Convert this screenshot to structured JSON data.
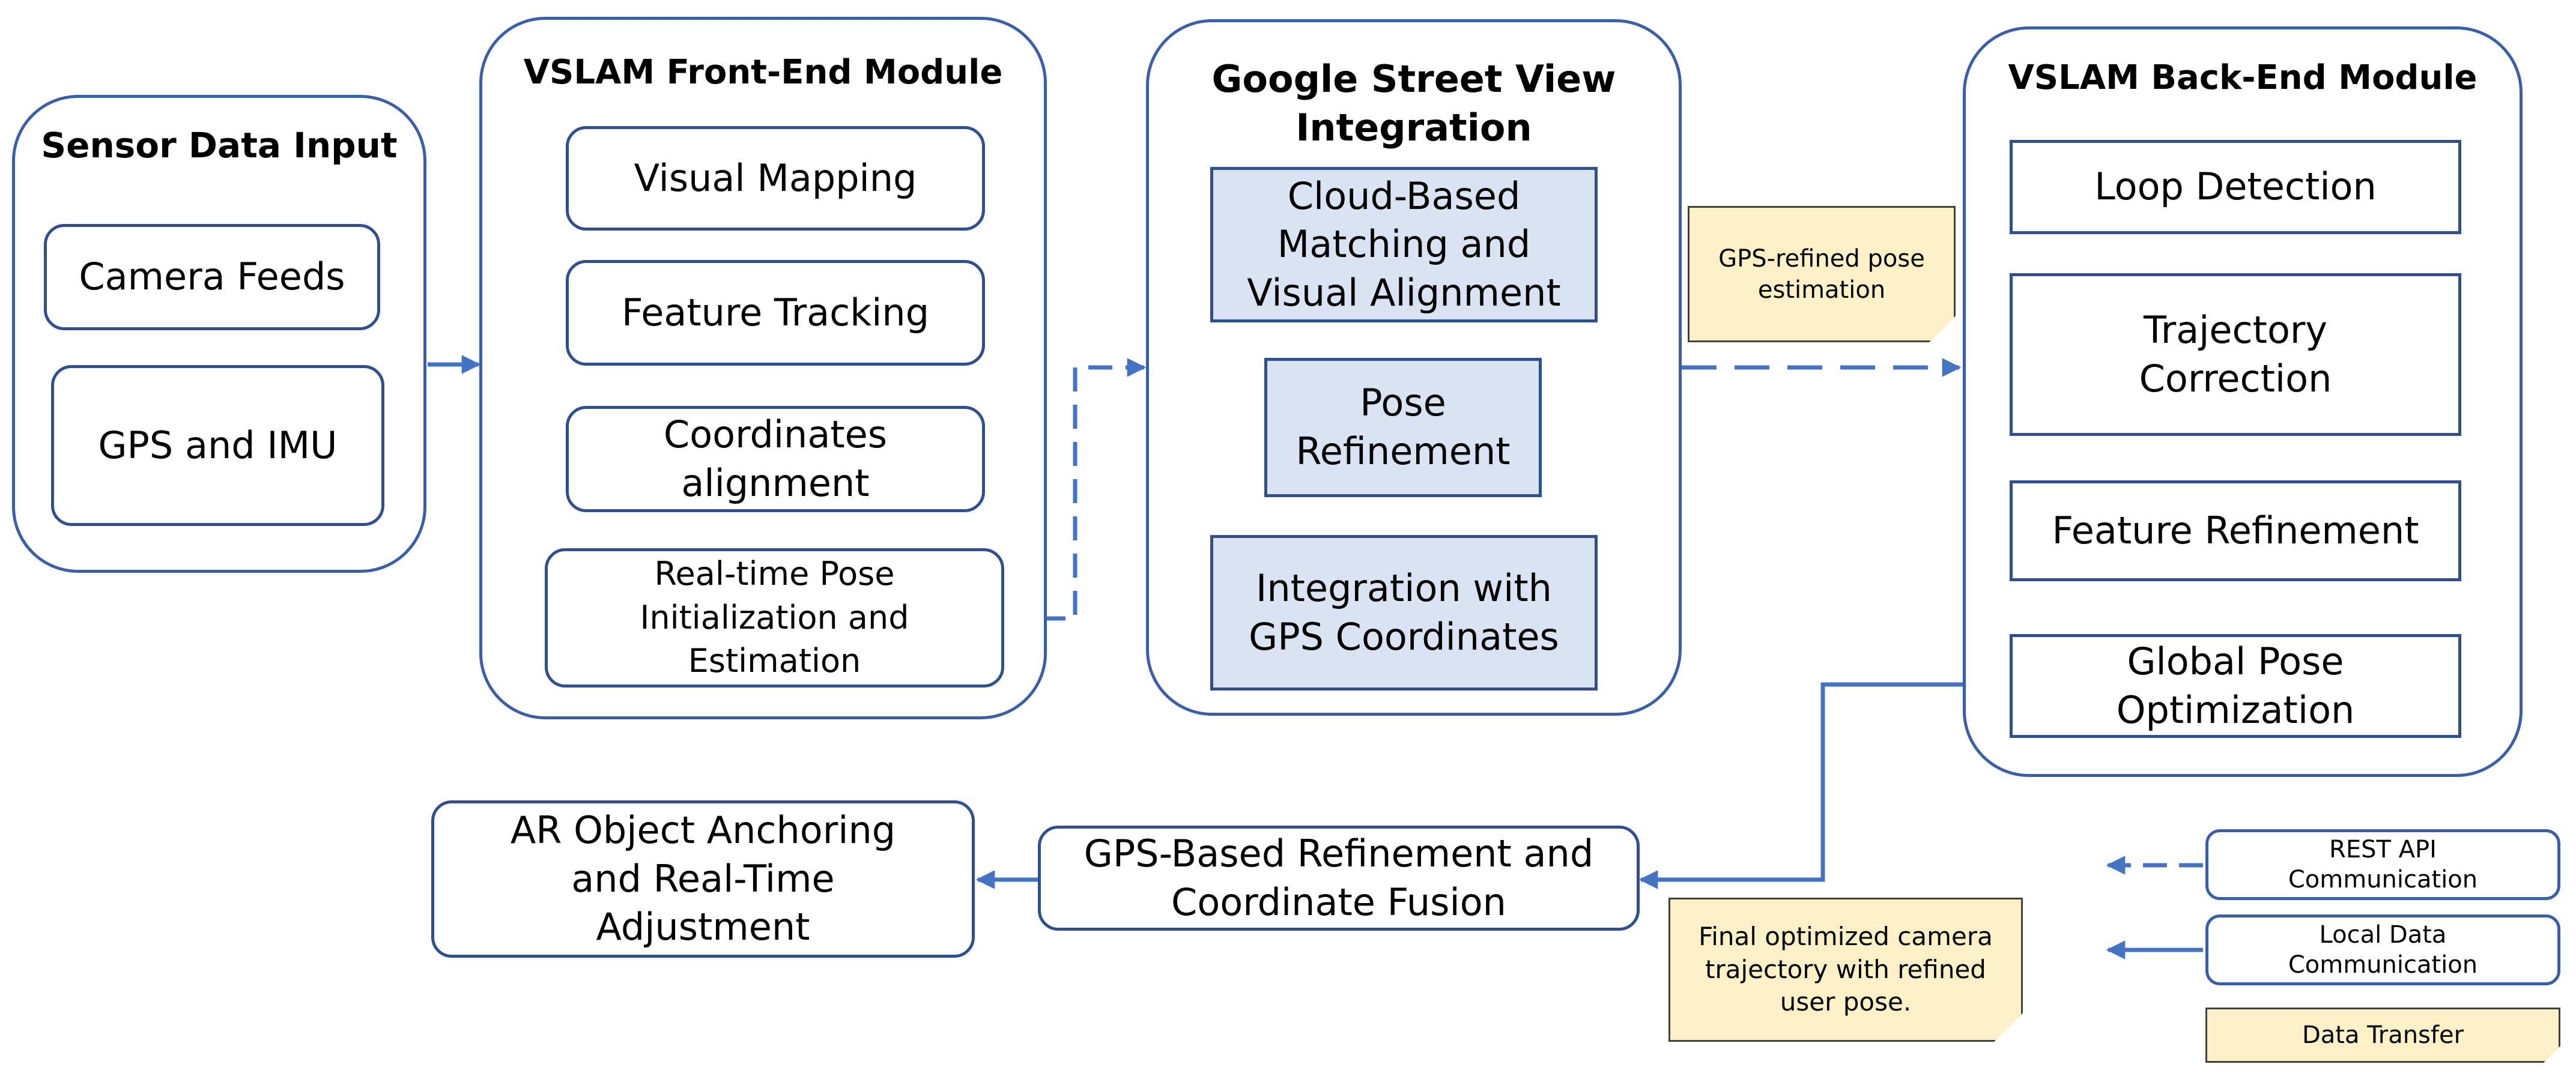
{
  "sensor": {
    "title": "Sensor Data Input",
    "camera": "Camera Feeds",
    "gps_imu": "GPS and IMU"
  },
  "frontend": {
    "title": "VSLAM Front-End Module",
    "visual_mapping": "Visual Mapping",
    "feature_tracking": "Feature Tracking",
    "coordinates_alignment": "Coordinates alignment",
    "pose_init": "Real-time Pose Initialization and Estimation"
  },
  "gsv": {
    "title": "Google Street View Integration",
    "cloud_matching": "Cloud-Based Matching and Visual Alignment",
    "pose_refinement": "Pose Refinement",
    "gps_integration": "Integration with GPS Coordinates"
  },
  "backend": {
    "title": "VSLAM Back-End Module",
    "loop_detection": "Loop Detection",
    "trajectory_correction": "Trajectory Correction",
    "feature_refinement": "Feature Refinement",
    "global_pose": "Global Pose Optimization"
  },
  "bottom": {
    "gps_refinement": "GPS-Based Refinement and Coordinate Fusion",
    "ar_anchoring": "AR Object Anchoring and Real-Time Adjustment"
  },
  "notes": {
    "gps_refined_pose": "GPS-refined pose estimation",
    "final_trajectory": "Final optimized camera trajectory with refined user pose."
  },
  "legend": {
    "rest_api": "REST API Communication",
    "local_data": "Local Data Communication",
    "data_transfer": "Data Transfer"
  },
  "colors": {
    "arrow": "#4472c4",
    "box_border": "#2f4f8f",
    "group_border": "#3a5fa8",
    "highlight_fill": "#dae3f3",
    "note_fill": "#fdf0c6"
  }
}
